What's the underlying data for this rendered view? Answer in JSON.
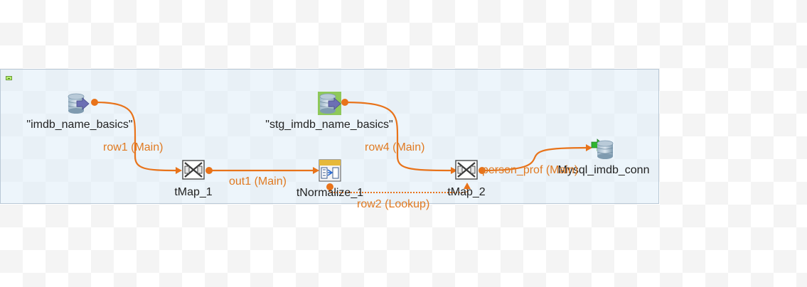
{
  "colors": {
    "link": "#e8731a",
    "label": "#222222",
    "link_label": "#e07a22",
    "subjob_bg": "#deecf8",
    "subjob_border": "#b9c8d6",
    "db_cylinder": "#8fa9bd",
    "arrow_purple": "#6c6fb4",
    "arrow_green": "#2fb52f"
  },
  "components": [
    {
      "id": "imdb_name_basics",
      "label": "\"imdb_name_basics\"",
      "icon": "db-input-icon"
    },
    {
      "id": "stg_imdb_name_basics",
      "label": "\"stg_imdb_name_basics\"",
      "icon": "db-input-icon"
    },
    {
      "id": "tmap_1",
      "label": "tMap_1",
      "icon": "tmap-icon"
    },
    {
      "id": "tnormalize_1",
      "label": "tNormalize_1",
      "icon": "tnormalize-icon"
    },
    {
      "id": "tmap_2",
      "label": "tMap_2",
      "icon": "tmap-icon"
    },
    {
      "id": "mysql_imdb_conn",
      "label": "Mysql_imdb_conn",
      "icon": "db-output-icon"
    }
  ],
  "links": [
    {
      "id": "row1",
      "label": "row1 (Main)",
      "type": "main"
    },
    {
      "id": "out1",
      "label": "out1 (Main)",
      "type": "main"
    },
    {
      "id": "row4",
      "label": "row4 (Main)",
      "type": "main"
    },
    {
      "id": "row2",
      "label": "row2 (Lookup)",
      "type": "lookup"
    },
    {
      "id": "person_prof",
      "label": "person_prof (Main)",
      "type": "main"
    }
  ]
}
